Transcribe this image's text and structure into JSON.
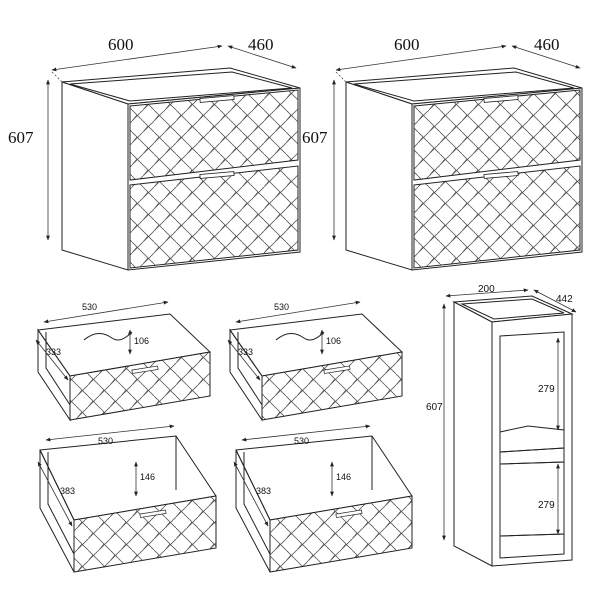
{
  "cabinets": [
    {
      "width": "600",
      "depth": "460",
      "height": "607"
    },
    {
      "width": "600",
      "depth": "460",
      "height": "607"
    }
  ],
  "drawers": [
    {
      "width": "530",
      "depth": "333",
      "height": "106"
    },
    {
      "width": "530",
      "depth": "333",
      "height": "106"
    },
    {
      "width": "530",
      "depth": "383",
      "height": "146"
    },
    {
      "width": "530",
      "depth": "383",
      "height": "146"
    }
  ],
  "side_unit": {
    "width": "200",
    "depth": "442",
    "height": "607",
    "shelf_upper": "279",
    "shelf_lower": "279"
  }
}
